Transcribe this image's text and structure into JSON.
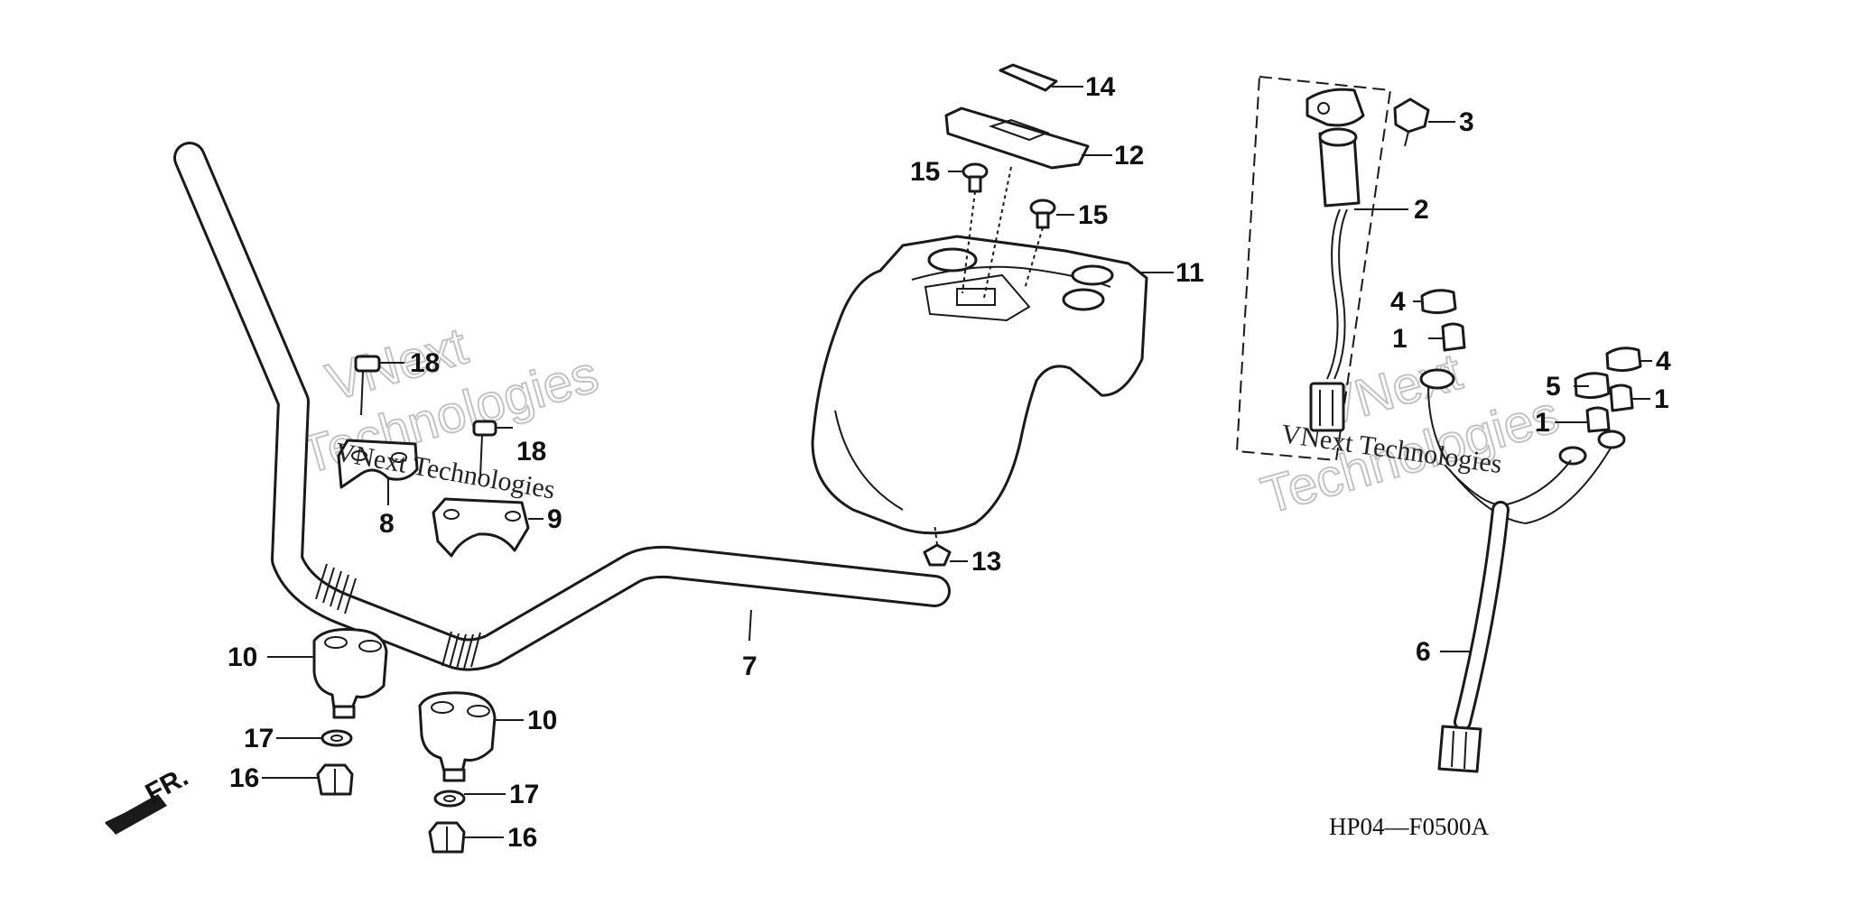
{
  "diagram_code": "HP04—F0500A",
  "direction_label": "FR.",
  "watermark": {
    "line1": "VNext",
    "line2": "Technologies",
    "inline": "VNext Technologies"
  },
  "callouts": {
    "c1a": "1",
    "c1b": "1",
    "c1c": "1",
    "c2": "2",
    "c3": "3",
    "c4a": "4",
    "c4b": "4",
    "c5": "5",
    "c6": "6",
    "c7": "7",
    "c8": "8",
    "c9": "9",
    "c10a": "10",
    "c10b": "10",
    "c11": "11",
    "c12": "12",
    "c13": "13",
    "c14": "14",
    "c15a": "15",
    "c15b": "15",
    "c16a": "16",
    "c16b": "16",
    "c17a": "17",
    "c17b": "17",
    "c18a": "18",
    "c18b": "18"
  }
}
